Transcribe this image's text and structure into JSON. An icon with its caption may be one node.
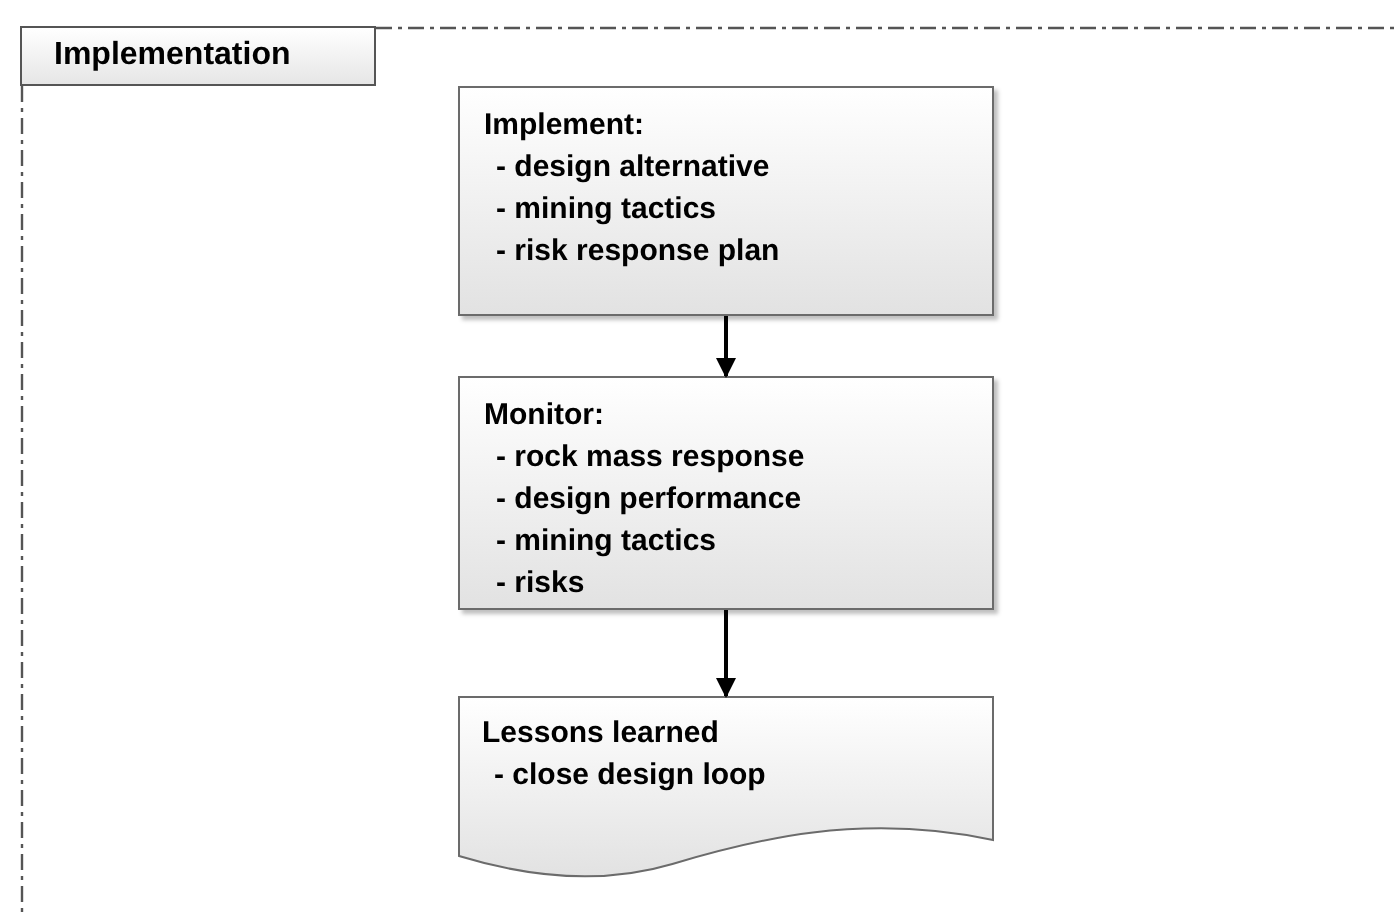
{
  "diagram": {
    "nodes": [
      {
        "text": [
          "Implementation"
        ]
      },
      {
        "text": [
          "Implement:",
          "- design alternative",
          "- mining tactics",
          "- risk response plan"
        ],
        "in": 0
      },
      {
        "text": [
          "Monitor:",
          "- rock mass response",
          "- design performance",
          "- mining tactics",
          "- risks"
        ],
        "in": 0
      },
      {
        "text": [
          "Lessons learned",
          "- close design loop"
        ],
        "in": 0
      }
    ],
    "edges": [
      {
        "from": 1,
        "to": 2,
        "arrow": "to"
      },
      {
        "from": 2,
        "to": 3,
        "arrow": "to"
      }
    ]
  }
}
